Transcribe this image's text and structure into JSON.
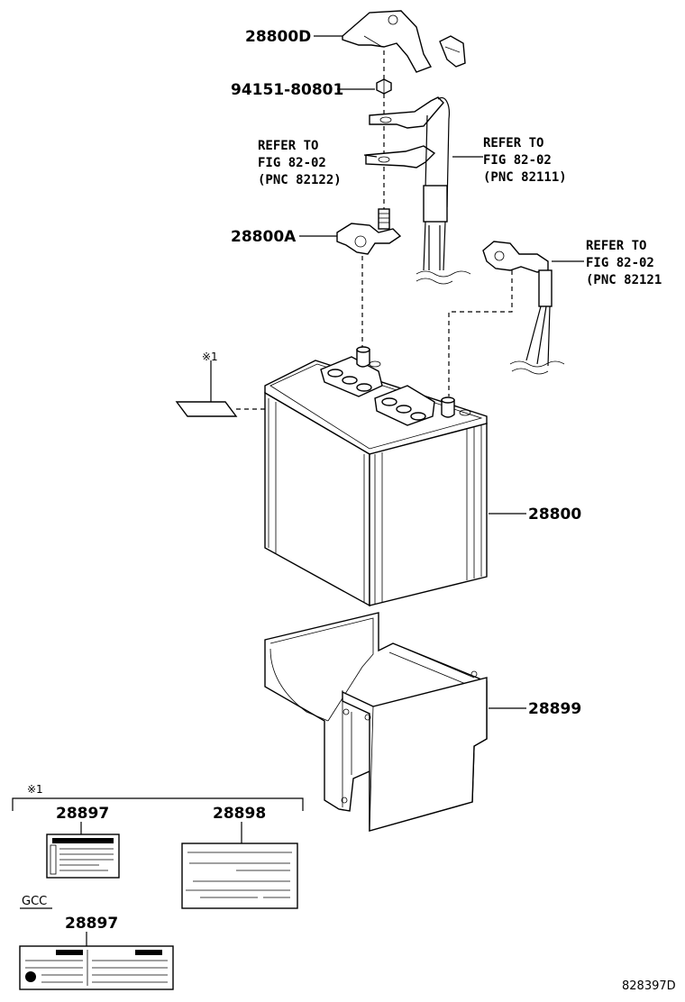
{
  "labels": {
    "p28800D": "28800D",
    "p94151": "94151-80801",
    "p28800A": "28800A",
    "p28800": "28800",
    "p28899": "28899",
    "p28897a": "28897",
    "p28898": "28898",
    "p28897b": "28897",
    "gcc": "GCC",
    "note_mark_1": "※1",
    "note_mark_2": "※1",
    "diagram_code": "828397D"
  },
  "refs": [
    {
      "line1": "REFER TO",
      "line2": "FIG 82-02",
      "line3": "(PNC 82122)"
    },
    {
      "line1": "REFER TO",
      "line2": "FIG 82-02",
      "line3": "(PNC 82111)"
    },
    {
      "line1": "REFER TO",
      "line2": "FIG 82-02",
      "line3": "(PNC 82121"
    }
  ]
}
